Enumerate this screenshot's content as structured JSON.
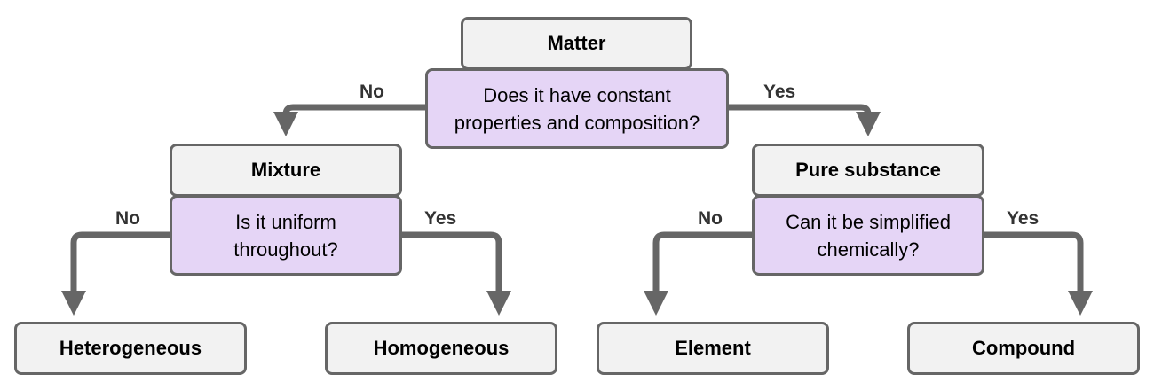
{
  "colors": {
    "title_fill": "#f2f2f2",
    "question_fill": "#e5d5f6",
    "border": "#666666",
    "arrow": "#666666"
  },
  "root": {
    "title": "Matter",
    "question": [
      "Does it have constant",
      "properties and composition?"
    ],
    "no_label": "No",
    "yes_label": "Yes"
  },
  "mixture": {
    "title": "Mixture",
    "question": [
      "Is it uniform",
      "throughout?"
    ],
    "no_label": "No",
    "yes_label": "Yes"
  },
  "pure": {
    "title": "Pure substance",
    "question": [
      "Can it be simplified",
      "chemically?"
    ],
    "no_label": "No",
    "yes_label": "Yes"
  },
  "leaves": {
    "heterogeneous": "Heterogeneous",
    "homogeneous": "Homogeneous",
    "element": "Element",
    "compound": "Compound"
  }
}
